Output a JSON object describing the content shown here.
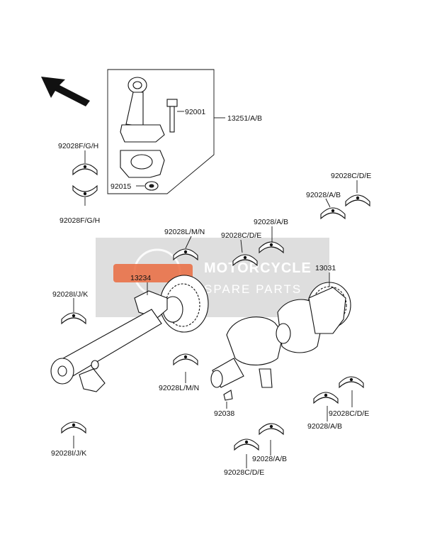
{
  "diagram": {
    "labels": {
      "l_92001": "92001",
      "l_13251": "13251/A/B",
      "l_92015": "92015",
      "l_fgh_top": "92028F/G/H",
      "l_fgh_bot": "92028F/G/H",
      "l_cde_r1": "92028C/D/E",
      "l_ab_r1": "92028/A/B",
      "l_lmn_top": "92028L/M/N",
      "l_cde_mid": "92028C/D/E",
      "l_ab_mid": "92028/A/B",
      "l_13234": "13234",
      "l_13031": "13031",
      "l_ijk_top": "92028I/J/K",
      "l_lmn_bot": "92028L/M/N",
      "l_92038": "92038",
      "l_cde_br": "92028C/D/E",
      "l_ab_br": "92028/A/B",
      "l_ab_bm": "92028/A/B",
      "l_cde_bm": "92028C/D/E",
      "l_ijk_bot": "92028I/J/K"
    },
    "watermark": {
      "title": "MOTORCYCLE",
      "subtitle": "SPARE PARTS"
    },
    "colors": {
      "watermark_box": "#c8c8c8",
      "watermark_logo": "#e85a2a"
    },
    "icons": [
      "front-direction-arrow-icon",
      "connecting-rod",
      "crankshaft",
      "balancer-shaft",
      "bearing-insert",
      "woodruff-key"
    ]
  }
}
